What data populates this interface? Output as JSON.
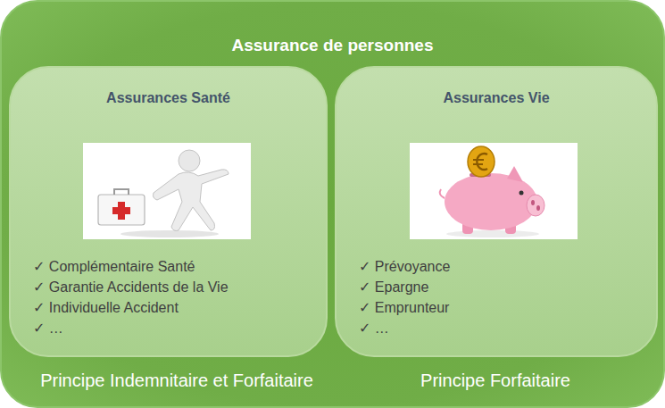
{
  "diagram": {
    "nodes": [
      {
        "text": [
          "Assurance de personnes"
        ]
      },
      {
        "text": [
          "Assurances Santé",
          "✓ Complémentaire Santé",
          "✓ Garantie Accidents de la Vie",
          "✓ Individuelle Accident",
          "✓ …"
        ],
        "in": 0
      },
      {
        "text": [
          "Assurances Vie",
          "✓ Prévoyance",
          "✓ Epargne",
          "✓ Emprunteur",
          "✓ …"
        ],
        "in": 0
      }
    ],
    "labels": [
      "Principe Indemnitaire et Forfaitaire",
      "Principe Forfaitaire"
    ]
  }
}
